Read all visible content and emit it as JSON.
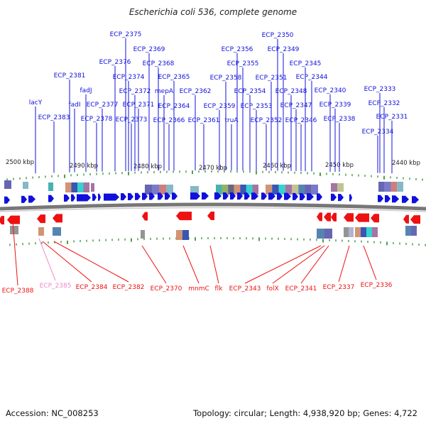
{
  "title": "Escherichia coli 536, complete genome",
  "footer": {
    "accession": "Accession: NC_008253",
    "summary": "Topology: circular; Length: 4,938,920 bp; Genes: 4,722"
  },
  "colors": {
    "forward": "#1010dd",
    "reverse": "#ee1111",
    "pseudo": "#ee88cc",
    "backbone": "#777777",
    "tick": "#228822",
    "scale_text": "#222222"
  },
  "scale_labels": [
    "2500 kbp",
    "2490 kbp",
    "2480 kbp",
    "2470 kbp",
    "2460 kbp",
    "2450 kbp",
    "2440 kbp"
  ],
  "forward_labels": [
    "ECP_2375",
    "ECP_2350",
    "ECP_2369",
    "ECP_2356",
    "ECP_2349",
    "ECP_2376",
    "ECP_2368",
    "ECP_2355",
    "ECP_2345",
    "ECP_2381",
    "ECP_2374",
    "ECP_2365",
    "ECP_2358",
    "ECP_2351",
    "ECP_2344",
    "fadJ",
    "ECP_2372",
    "mepA",
    "ECP_2362",
    "ECP_2354",
    "ECP_2348",
    "ECP_2340",
    "ECP_2333",
    "lacY",
    "fadI",
    "ECP_2377",
    "ECP_2371",
    "ECP_2364",
    "ECP_2359",
    "ECP_2353",
    "ECP_2347",
    "ECP_2339",
    "ECP_2332",
    "ECP_2383",
    "ECP_2378",
    "ECP_2373",
    "ECP_2366",
    "ECP_2361",
    "truA",
    "ECP_2352",
    "ECP_2346",
    "ECP_2338",
    "ECP_2331",
    "ECP_2334"
  ],
  "reverse_labels": [
    "ECP_2388",
    "ECP_2385",
    "ECP_2384",
    "ECP_2382",
    "ECP_2370",
    "mnmC",
    "flk",
    "ECP_2343",
    "folX",
    "ECP_2341",
    "ECP_2337",
    "ECP_2336"
  ]
}
